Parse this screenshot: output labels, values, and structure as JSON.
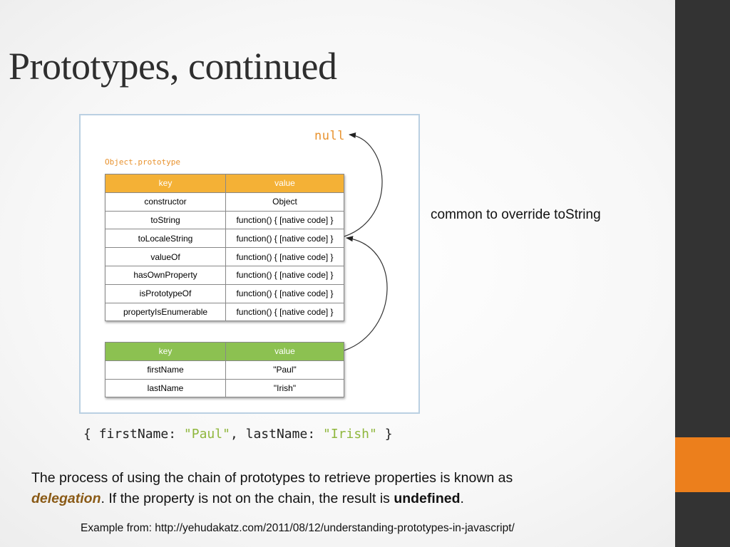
{
  "slide": {
    "title": "Prototypes, continued",
    "note": "common to override toString",
    "body": {
      "part1": "The process of using the chain of prototypes to retrieve properties is known as",
      "term": "delegation",
      "part2": ". If the property is not on the chain, the result is ",
      "undefined_word": "undefined",
      "part3": "."
    },
    "source": "Example from: http://yehudakatz.com/2011/08/12/understanding-prototypes-in-javascript/"
  },
  "diagram": {
    "null_label": "null",
    "proto_label": "Object.prototype",
    "proto_table": {
      "headers": [
        "key",
        "value"
      ],
      "rows": [
        [
          "constructor",
          "Object"
        ],
        [
          "toString",
          "function() { [native code] }"
        ],
        [
          "toLocaleString",
          "function() { [native code] }"
        ],
        [
          "valueOf",
          "function() { [native code] }"
        ],
        [
          "hasOwnProperty",
          "function() { [native code] }"
        ],
        [
          "isPrototypeOf",
          "function() { [native code] }"
        ],
        [
          "propertyIsEnumerable",
          "function() { [native code] }"
        ]
      ]
    },
    "object_table": {
      "headers": [
        "key",
        "value"
      ],
      "rows": [
        [
          "firstName",
          "\"Paul\""
        ],
        [
          "lastName",
          "\"Irish\""
        ]
      ]
    },
    "code": {
      "open": "{ ",
      "key1": "firstName: ",
      "val1": "\"Paul\"",
      "sep": ", ",
      "key2": "lastName: ",
      "val2": "\"Irish\"",
      "close": " }"
    }
  },
  "colors": {
    "accent_orange": "#ec7f1c",
    "sidebar": "#333333",
    "proto_header": "#f4b136",
    "object_header": "#8cc151",
    "code_string": "#8fb73d",
    "delegation_term": "#8a5a16"
  }
}
